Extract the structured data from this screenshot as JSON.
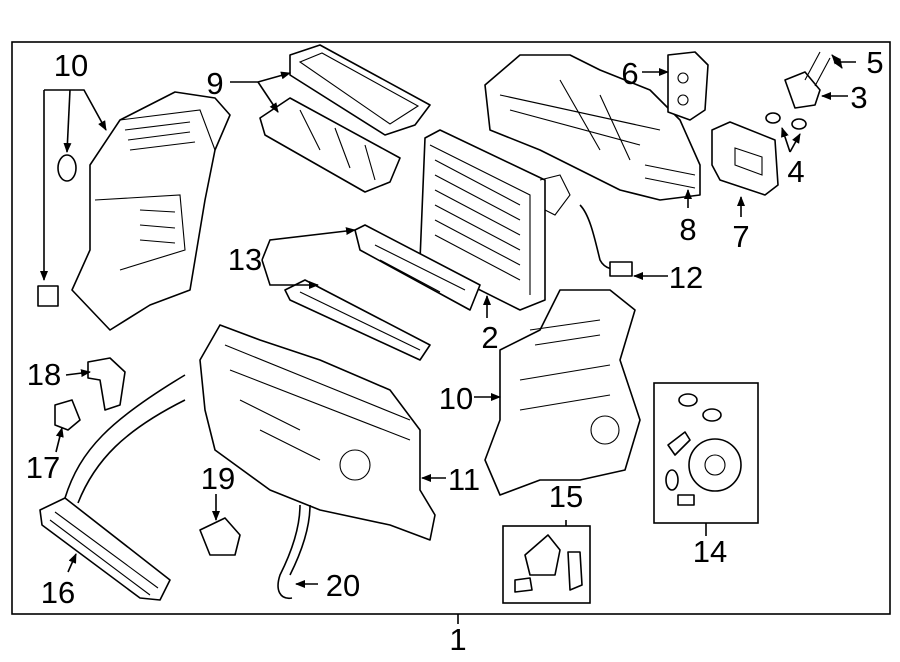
{
  "callouts": {
    "c1": "1",
    "c2": "2",
    "c3": "3",
    "c4": "4",
    "c5": "5",
    "c6": "6",
    "c7": "7",
    "c8": "8",
    "c9": "9",
    "c10a": "10",
    "c10b": "10",
    "c11": "11",
    "c12": "12",
    "c13": "13",
    "c14": "14",
    "c15": "15",
    "c16": "16",
    "c17": "17",
    "c18": "18",
    "c19": "19",
    "c20": "20"
  },
  "icons": {
    "arrow": "filled-arrowhead",
    "frame": "assembly-border"
  }
}
